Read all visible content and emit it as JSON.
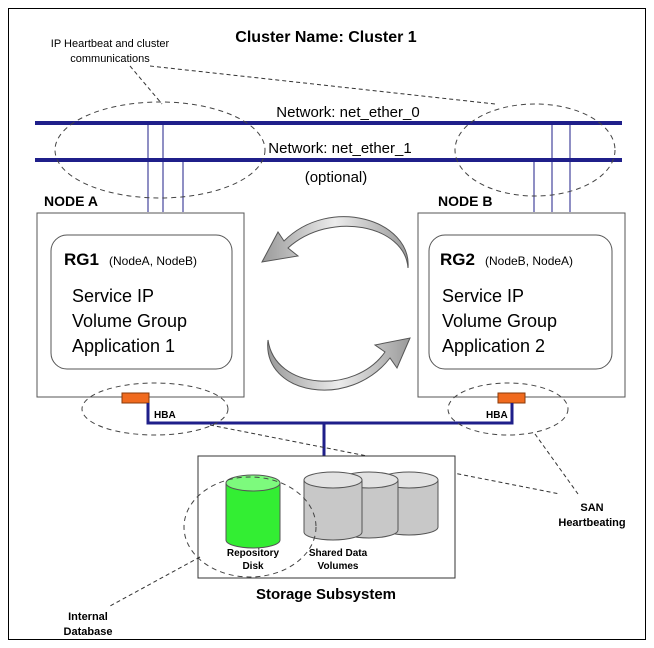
{
  "title": "Cluster Name:  Cluster 1",
  "annotations": {
    "ip_heartbeat_line1": "IP Heartbeat and cluster",
    "ip_heartbeat_line2": "communications",
    "san_line1": "SAN",
    "san_line2": "Heartbeating",
    "internal_db_line1": "Internal",
    "internal_db_line2": "Database"
  },
  "networks": {
    "net0": "Network: net_ether_0",
    "net1": "Network: net_ether_1",
    "optional": "(optional)"
  },
  "nodes": {
    "a": {
      "label": "NODE A",
      "rg_name": "RG1",
      "rg_nodes": "(NodeA,  NodeB)",
      "line1": "Service IP",
      "line2": "Volume Group",
      "line3": "Application 1",
      "hba": "HBA"
    },
    "b": {
      "label": "NODE B",
      "rg_name": "RG2",
      "rg_nodes": "(NodeB,  NodeA)",
      "line1": "Service IP",
      "line2": "Volume Group",
      "line3": "Application 2",
      "hba": "HBA"
    }
  },
  "storage": {
    "repo_line1": "Repository",
    "repo_line2": "Disk",
    "shared_line1": "Shared Data",
    "shared_line2": "Volumes",
    "subsystem": "Storage Subsystem"
  },
  "colors": {
    "network": "#1f1f8a",
    "hba": "#f06a1e",
    "repository_disk": "#33ee33",
    "shared_disk": "#c8c8c8",
    "arrow_fill": "#c8c8c8"
  }
}
